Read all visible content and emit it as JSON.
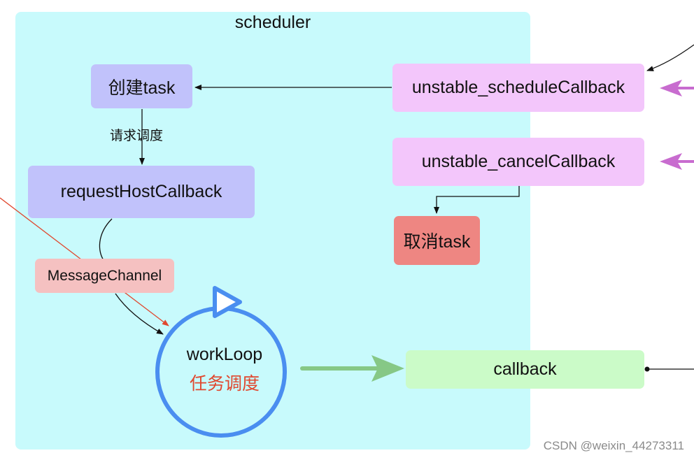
{
  "region": {
    "title": "scheduler"
  },
  "nodes": {
    "create_task": "创建task",
    "request_host_callback": "requestHostCallback",
    "message_channel": "MessageChannel",
    "schedule_callback": "unstable_scheduleCallback",
    "cancel_callback": "unstable_cancelCallback",
    "cancel_task": "取消task",
    "callback": "callback"
  },
  "edge_labels": {
    "request_schedule": "请求调度"
  },
  "work_loop": {
    "title": "workLoop",
    "subtitle": "任务调度"
  },
  "colors": {
    "region": "#c8fafc",
    "purple_node": "#c1c2fb",
    "pink_node": "#f3c6fb",
    "red_node": "#ee8682",
    "salmon_node": "#f5c1c1",
    "green_node": "#cbfbc8",
    "loop_ring": "#4a8ef0",
    "loop_subtitle": "#e0482f",
    "input_arrow": "#c86ccf",
    "output_arrow": "#86c886",
    "red_line": "#e0482f"
  },
  "watermark": "CSDN @weixin_44273311"
}
